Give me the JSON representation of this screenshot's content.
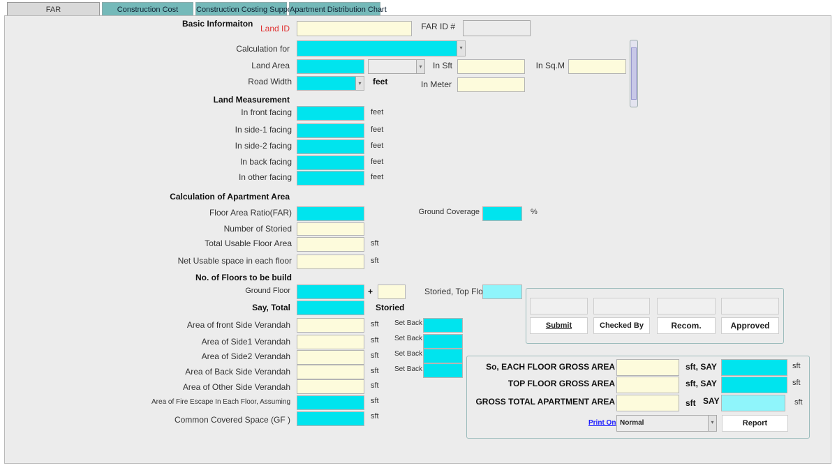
{
  "tabs": [
    "FAR",
    "Construction Cost",
    "Construction Costing Support",
    "Apartment Distribution Chart"
  ],
  "basic": {
    "heading": "Basic Informaiton",
    "land_id": "Land ID",
    "far_id": "FAR ID #",
    "calc_for": "Calculation for",
    "land_area": "Land Area",
    "in_sft": "In Sft",
    "in_sqm": "In Sq.M",
    "road_width": "Road Width",
    "road_unit": "feet",
    "in_meter": "In Meter"
  },
  "measurement": {
    "heading": "Land Measurement",
    "rows": [
      "In front facing",
      "In side-1 facing",
      "In side-2 facing",
      "In back facing",
      "In other facing"
    ],
    "unit": "feet"
  },
  "apartment": {
    "heading": "Calculation of Apartment Area",
    "far": "Floor Area Ratio(FAR)",
    "ground_coverage": "Ground Coverage",
    "percent": "%",
    "storied": "Number of Storied",
    "total_usable": "Total Usable Floor Area",
    "net_usable": "Net Usable space in each floor",
    "unit": "sft"
  },
  "floors": {
    "heading": "No. of Floors to be build",
    "ground": "Ground Floor",
    "plus": "+",
    "storied_top": "Storied, Top Floor",
    "say_total": "Say, Total",
    "storied": "Storied"
  },
  "verandah": {
    "rows": [
      "Area of front Side Verandah",
      "Area of Side1 Verandah",
      "Area of Side2  Verandah",
      "Area of Back Side Verandah",
      "Area of Other Side Verandah",
      "Area of Fire Escape In Each Floor, Assuming",
      "Common Covered Space (GF )"
    ],
    "unit": "sft",
    "set_back": "Set Back"
  },
  "actions": {
    "submit": "Submit",
    "checked_by": "Checked By",
    "recom": "Recom.",
    "approved": "Approved"
  },
  "gross": {
    "each_floor": "So, EACH FLOOR GROSS AREA",
    "top_floor": "TOP FLOOR GROSS AREA",
    "total": "GROSS TOTAL APARTMENT AREA",
    "sft_say": "sft, SAY",
    "sft": "sft",
    "say": "SAY",
    "print_on": "Print On",
    "print_value": "Normal",
    "report": "Report"
  },
  "colors": {
    "cyan_field": "#00e4ee",
    "yellow_field": "#fdfbdc",
    "light_cyan_field": "#8ff5fb",
    "tab_teal": "#74b9b9",
    "required_label": "#e03030",
    "link": "#1a1aff"
  }
}
